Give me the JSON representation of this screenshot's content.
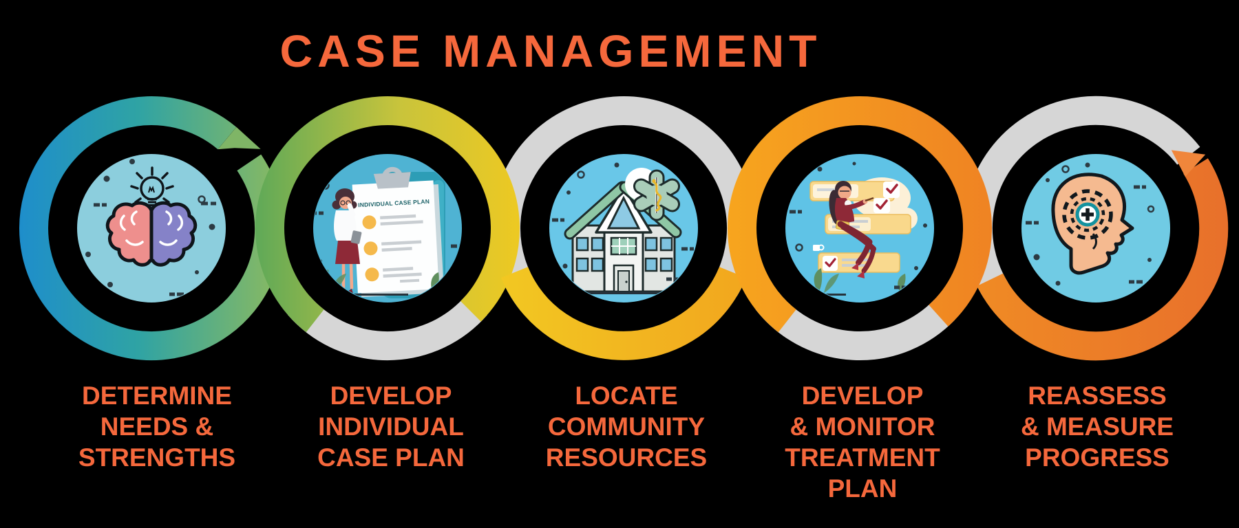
{
  "title": "CASE MANAGEMENT",
  "palette": {
    "accent_orange": "#F5683C",
    "background": "#000000",
    "ribbon_gray": "#D6D6D6",
    "ribbon_blue": "#1E8ECB",
    "ribbon_teal": "#2FA3A4",
    "ribbon_green": "#8CBA5F",
    "ribbon_yellow": "#EDC922",
    "ribbon_amber": "#F2A51E",
    "ribbon_orange": "#EF8323",
    "ribbon_deep_orange": "#E8702B"
  },
  "steps": [
    {
      "name": "determine-needs-strengths",
      "lines": [
        "DETERMINE",
        "NEEDS &",
        "STRENGTHS"
      ],
      "icon": "brain-lightbulb-icon",
      "ring": "blue-to-green gradient, full loop with notched ribbon start",
      "inner_bg": "#8CCEDD"
    },
    {
      "name": "develop-individual-case-plan",
      "lines": [
        "DEVELOP",
        "INDIVIDUAL",
        "CASE PLAN"
      ],
      "icon": "case-plan-clipboard-icon",
      "illustration_text": "INDIVIDUAL CASE PLAN",
      "ring": "green-to-yellow top arc, gray bottom arc",
      "inner_bg": "#4FB3D3"
    },
    {
      "name": "locate-community-resources",
      "lines": [
        "LOCATE",
        "COMMUNITY",
        "RESOURCES"
      ],
      "icon": "community-building-icon",
      "ring": "yellow-to-amber bottom arc, gray top arc",
      "inner_bg": "#69C7E8"
    },
    {
      "name": "develop-monitor-treatment-plan",
      "lines": [
        "DEVELOP",
        "& MONITOR",
        "TREATMENT",
        "PLAN"
      ],
      "icon": "checklist-woman-icon",
      "ring": "orange top arc, gray bottom arc",
      "inner_bg": "#5FC3E6"
    },
    {
      "name": "reassess-measure-progress",
      "lines": [
        "REASSESS",
        "& MEASURE",
        "PROGRESS"
      ],
      "icon": "head-profile-cross-icon",
      "ring": "orange right/bottom arc ending in arrowhead, gray top arc",
      "inner_bg": "#70CBE4"
    }
  ]
}
